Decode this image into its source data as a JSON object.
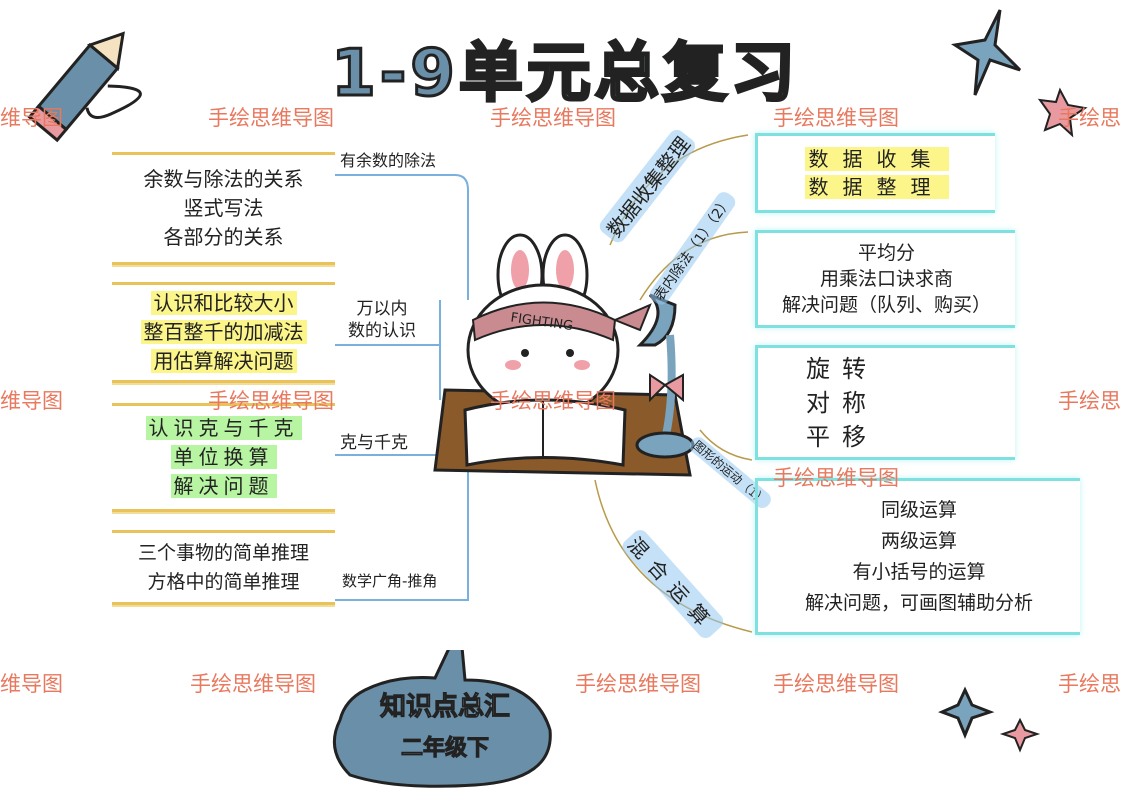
{
  "title": "1-9单元总复习",
  "watermark": "手绘思维导图",
  "watermark_partial": "维导图",
  "watermark_partial_right": "手绘思",
  "center_image": {
    "headband": "FIGHTING"
  },
  "left_branches": [
    {
      "label": "有余数的除法",
      "items": [
        "余数与除法的关系",
        "竖式写法",
        "各部分的关系"
      ]
    },
    {
      "label_lines": [
        "万以内",
        "数的认识"
      ],
      "items": [
        "认识和比较大小",
        "整百整千的加减法",
        "用估算解决问题"
      ]
    },
    {
      "label": "克与千克",
      "items": [
        "认识克与千克",
        "单位换算",
        "解决问题"
      ]
    },
    {
      "label": "数学广角-推角",
      "items": [
        "三个事物的简单推理",
        "方格中的简单推理"
      ]
    }
  ],
  "right_branches": [
    {
      "label": "数据收集整理",
      "items": [
        "数据收集",
        "数据整理"
      ]
    },
    {
      "label": "表内除法（1）（2）",
      "items": [
        "平均分",
        "用乘法口诀求商",
        "解决问题（队列、购买）"
      ]
    },
    {
      "label": "图形的运动（1）",
      "items": [
        "旋转",
        "对称",
        "平移"
      ]
    },
    {
      "label": "混合运算",
      "items": [
        "同级运算",
        "两级运算",
        "有小括号的运算",
        "解决问题，可画图辅助分析"
      ]
    }
  ],
  "bubble": {
    "line1": "知识点总汇",
    "line2": "二年级下"
  },
  "colors": {
    "left_border": "#e9c35a",
    "right_border": "#7fe0e0",
    "watermark": "#e8785e",
    "title": "#6a8fa8",
    "label_highlight": "#96c8f0"
  }
}
